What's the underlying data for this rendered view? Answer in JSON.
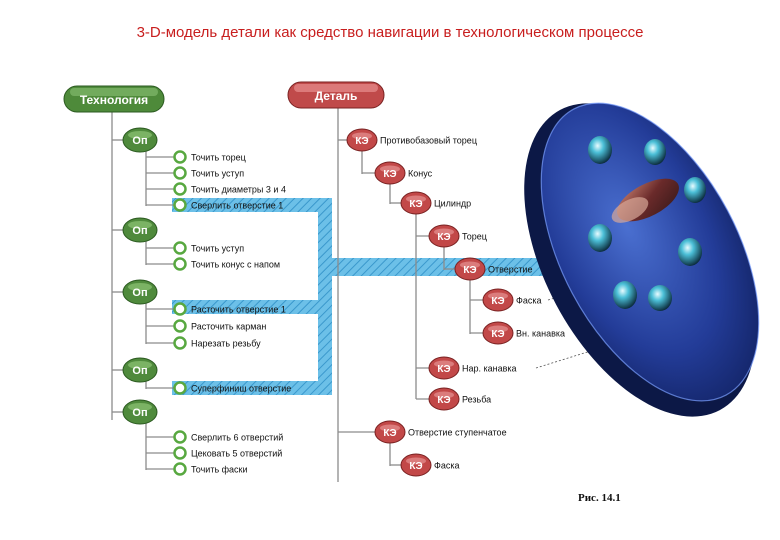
{
  "title": "3-D-модель детали как средство навигации в технологическом процессе",
  "caption": "Рис. 14.1",
  "colors": {
    "title": "#c81e1e",
    "tech_pill": "#4e8a3a",
    "part_pill": "#c04a4a",
    "op_pill": "#4f8a3c",
    "ke_pill": "#c24848",
    "step_circle": "#58a840",
    "highlight": "#4aa8d8",
    "lines": "#8c8c8c",
    "model_body": "#1e3a8a"
  },
  "technology": {
    "header": "Технология",
    "op_label": "Оп",
    "operations": [
      {
        "steps": [
          "Точить торец",
          "Точить уступ",
          "Точить диаметры 3 и 4",
          "Сверлить отверстие 1"
        ]
      },
      {
        "steps": [
          "Точить уступ",
          "Точить конус с напом"
        ]
      },
      {
        "steps": [
          "Расточить отверстие 1",
          "Расточить карман",
          "Нарезать резьбу"
        ]
      },
      {
        "steps": [
          "Суперфиниш отверстие"
        ]
      },
      {
        "steps": [
          "Сверлить 6 отверстий",
          "Цековать 5 отверстий",
          "Точить фаски"
        ]
      }
    ]
  },
  "part": {
    "header": "Деталь",
    "ke_label": "КЭ",
    "elements": [
      "Противобазовый торец",
      "Конус",
      "Цилиндр",
      "Торец",
      "Отверстие",
      "Фаска",
      "Вн. канавка",
      "Нар. канавка",
      "Резьба",
      "Отверстие ступенчатое",
      "Фаска"
    ]
  }
}
